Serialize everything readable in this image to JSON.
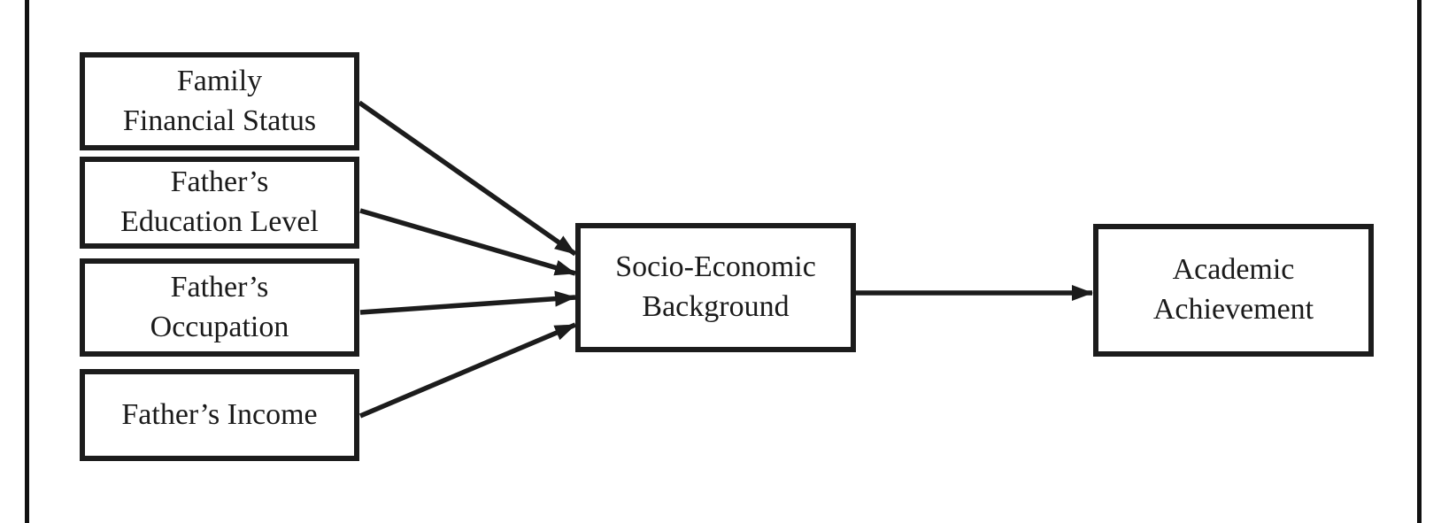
{
  "diagram": {
    "type": "path-model",
    "nodes": {
      "family_financial_status": {
        "label": "Family\nFinancial Status"
      },
      "fathers_education_level": {
        "label": "Father’s\nEducation Level"
      },
      "fathers_occupation": {
        "label": "Father’s\nOccupation"
      },
      "fathers_income": {
        "label": "Father’s Income"
      },
      "socio_economic_background": {
        "label": "Socio-Economic\nBackground"
      },
      "academic_achievement": {
        "label": "Academic\nAchievement"
      }
    },
    "edges": [
      {
        "from": "Family Financial Status",
        "to": "Socio-Economic Background"
      },
      {
        "from": "Father’s Education Level",
        "to": "Socio-Economic Background"
      },
      {
        "from": "Father’s Occupation",
        "to": "Socio-Economic Background"
      },
      {
        "from": "Father’s Income",
        "to": "Socio-Economic Background"
      },
      {
        "from": "Socio-Economic Background",
        "to": "Academic Achievement"
      }
    ],
    "colors": {
      "ink": "#1c1c1c",
      "background": "#ffffff"
    }
  }
}
